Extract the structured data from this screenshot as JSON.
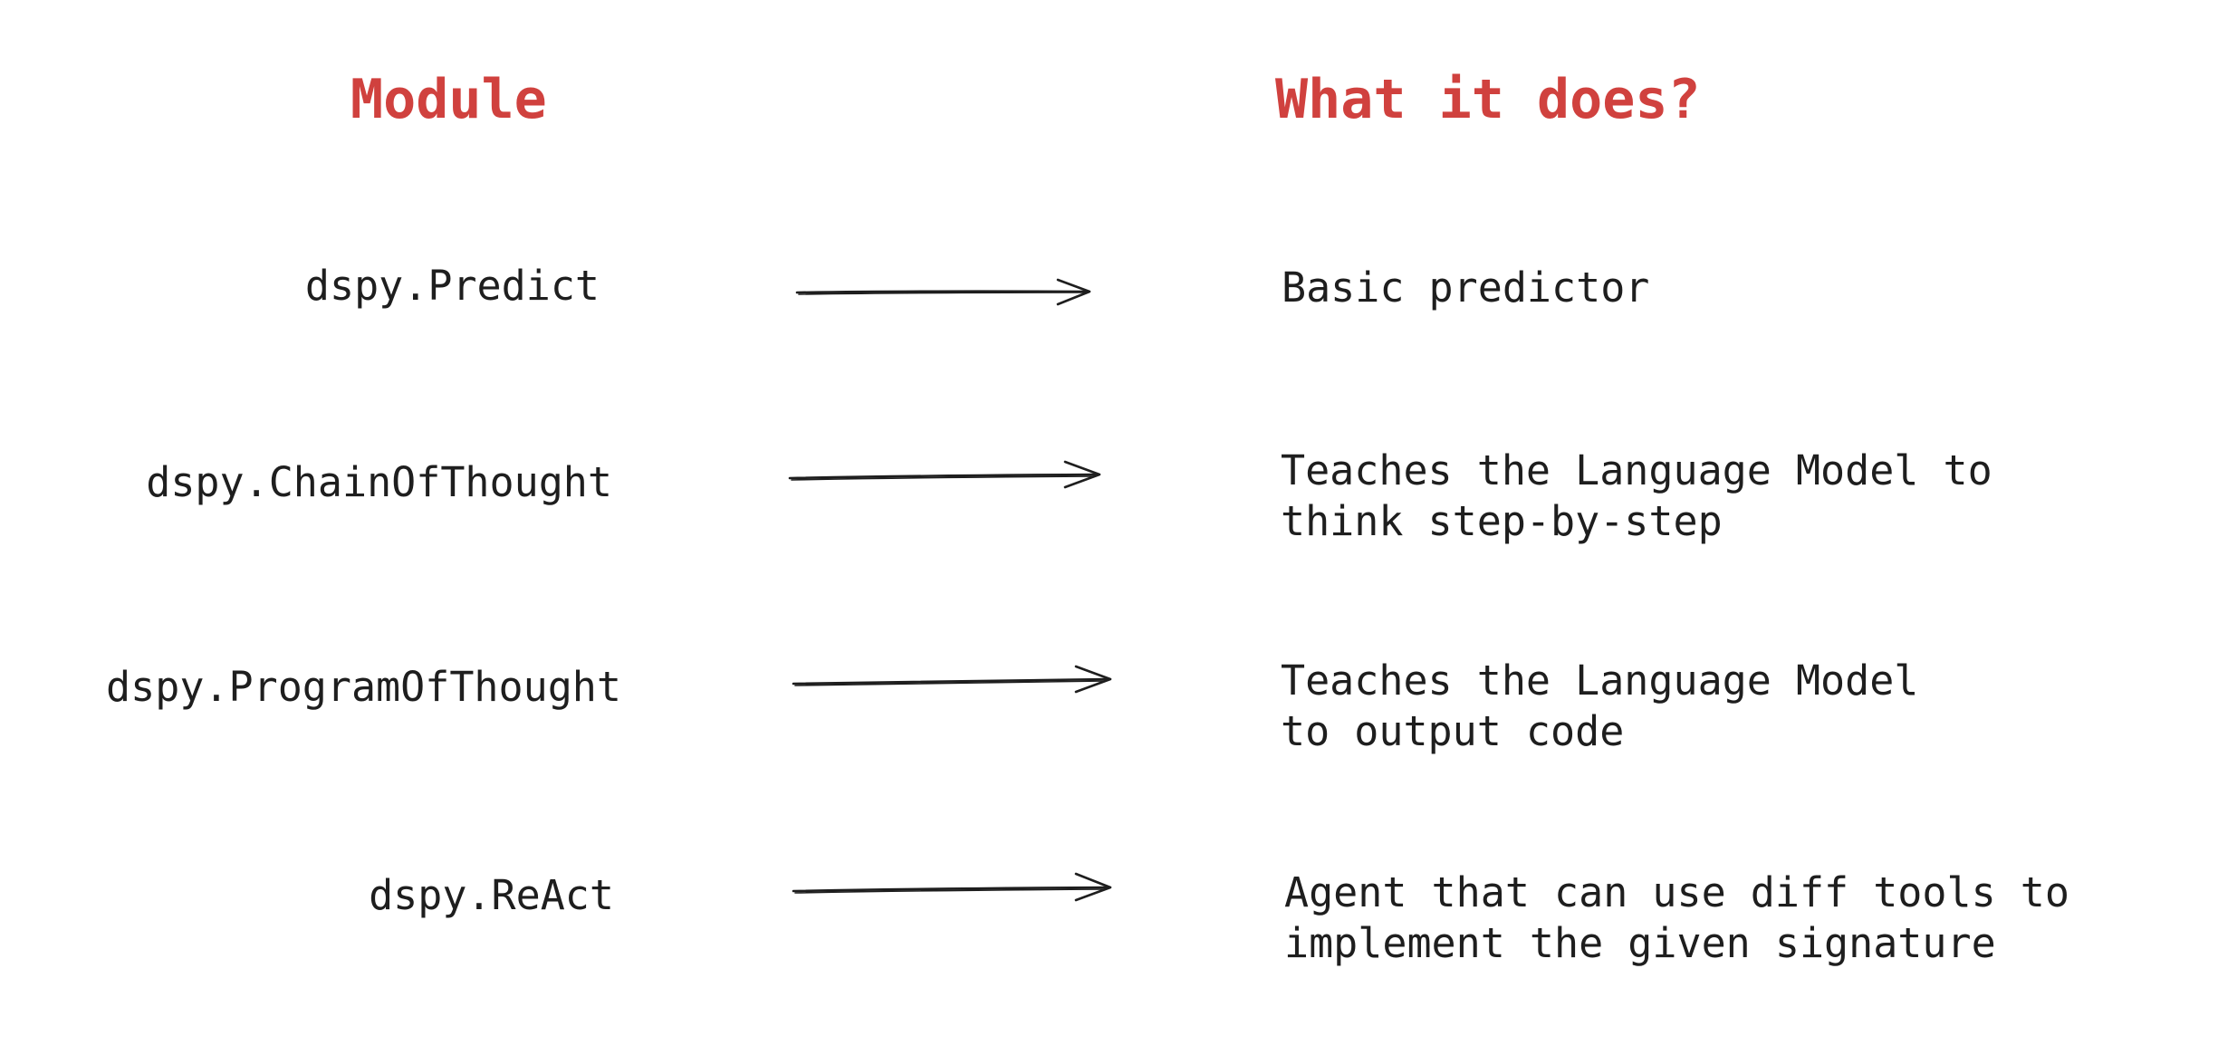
{
  "headers": {
    "module": "Module",
    "what": "What it does?"
  },
  "colors": {
    "header": "#d0413e",
    "text": "#1e1e1e",
    "background": "#ffffff"
  },
  "rows": [
    {
      "module": "dspy.Predict",
      "description_lines": [
        "Basic predictor"
      ]
    },
    {
      "module": "dspy.ChainOfThought",
      "description_lines": [
        "Teaches the Language Model to",
        "think step-by-step"
      ]
    },
    {
      "module": "dspy.ProgramOfThought",
      "description_lines": [
        "Teaches the Language Model",
        "to output code"
      ]
    },
    {
      "module": "dspy.ReAct",
      "description_lines": [
        "Agent that can use diff tools to",
        "implement the given signature"
      ]
    }
  ]
}
